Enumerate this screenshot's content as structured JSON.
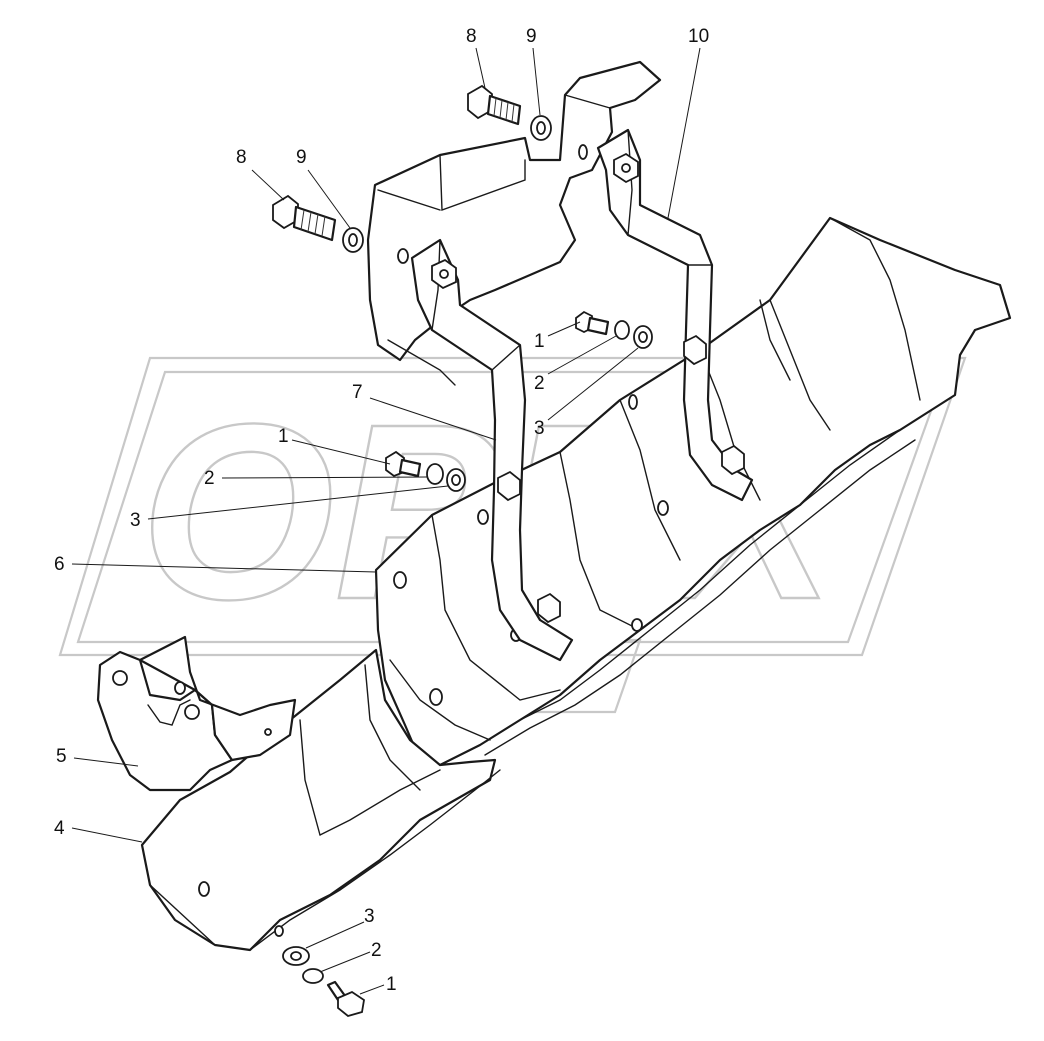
{
  "diagram": {
    "callouts": [
      {
        "id": "c-8-top",
        "label": "8"
      },
      {
        "id": "c-9-top",
        "label": "9"
      },
      {
        "id": "c-10",
        "label": "10"
      },
      {
        "id": "c-8-left",
        "label": "8"
      },
      {
        "id": "c-9-left",
        "label": "9"
      },
      {
        "id": "c-1-upper",
        "label": "1"
      },
      {
        "id": "c-2-upper",
        "label": "2"
      },
      {
        "id": "c-3-upper",
        "label": "3"
      },
      {
        "id": "c-7",
        "label": "7"
      },
      {
        "id": "c-1-mid",
        "label": "1"
      },
      {
        "id": "c-2-mid",
        "label": "2"
      },
      {
        "id": "c-3-mid",
        "label": "3"
      },
      {
        "id": "c-6",
        "label": "6"
      },
      {
        "id": "c-5",
        "label": "5"
      },
      {
        "id": "c-4",
        "label": "4"
      },
      {
        "id": "c-3-bottom",
        "label": "3"
      },
      {
        "id": "c-2-bottom",
        "label": "2"
      },
      {
        "id": "c-1-bottom",
        "label": "1"
      }
    ]
  },
  "colors": {
    "line": "#1a1a1a",
    "watermark": "#c8c8c8",
    "background": "#ffffff"
  }
}
